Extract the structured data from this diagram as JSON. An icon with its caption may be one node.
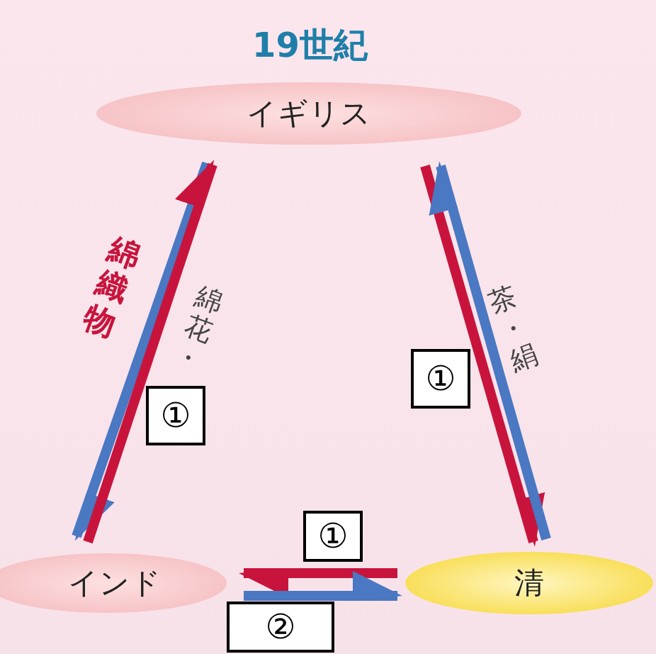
{
  "diagram": {
    "title": "19世紀",
    "nodes": [
      {
        "text": [
          "イギリス"
        ]
      },
      {
        "text": [
          "インド"
        ]
      },
      {
        "text": [
          "清"
        ]
      },
      {
        "text": [
          "①"
        ]
      },
      {
        "text": [
          "①"
        ]
      },
      {
        "text": [
          "①"
        ]
      },
      {
        "text": [
          "②"
        ]
      }
    ],
    "edges": [
      {
        "from": 0,
        "to": 1,
        "arrow": "to",
        "color": "#4a78c2",
        "label": "綿織物"
      },
      {
        "from": 1,
        "to": 0,
        "arrow": "to",
        "color": "#c8143c",
        "label": "綿花・"
      },
      {
        "from": 0,
        "to": 2,
        "arrow": "to",
        "color": "#c8143c"
      },
      {
        "from": 2,
        "to": 0,
        "arrow": "to",
        "color": "#4a78c2",
        "label": "茶・絹"
      },
      {
        "from": 2,
        "to": 1,
        "arrow": "to",
        "color": "#c8143c"
      },
      {
        "from": 1,
        "to": 2,
        "arrow": "to",
        "color": "#4a78c2"
      }
    ]
  }
}
